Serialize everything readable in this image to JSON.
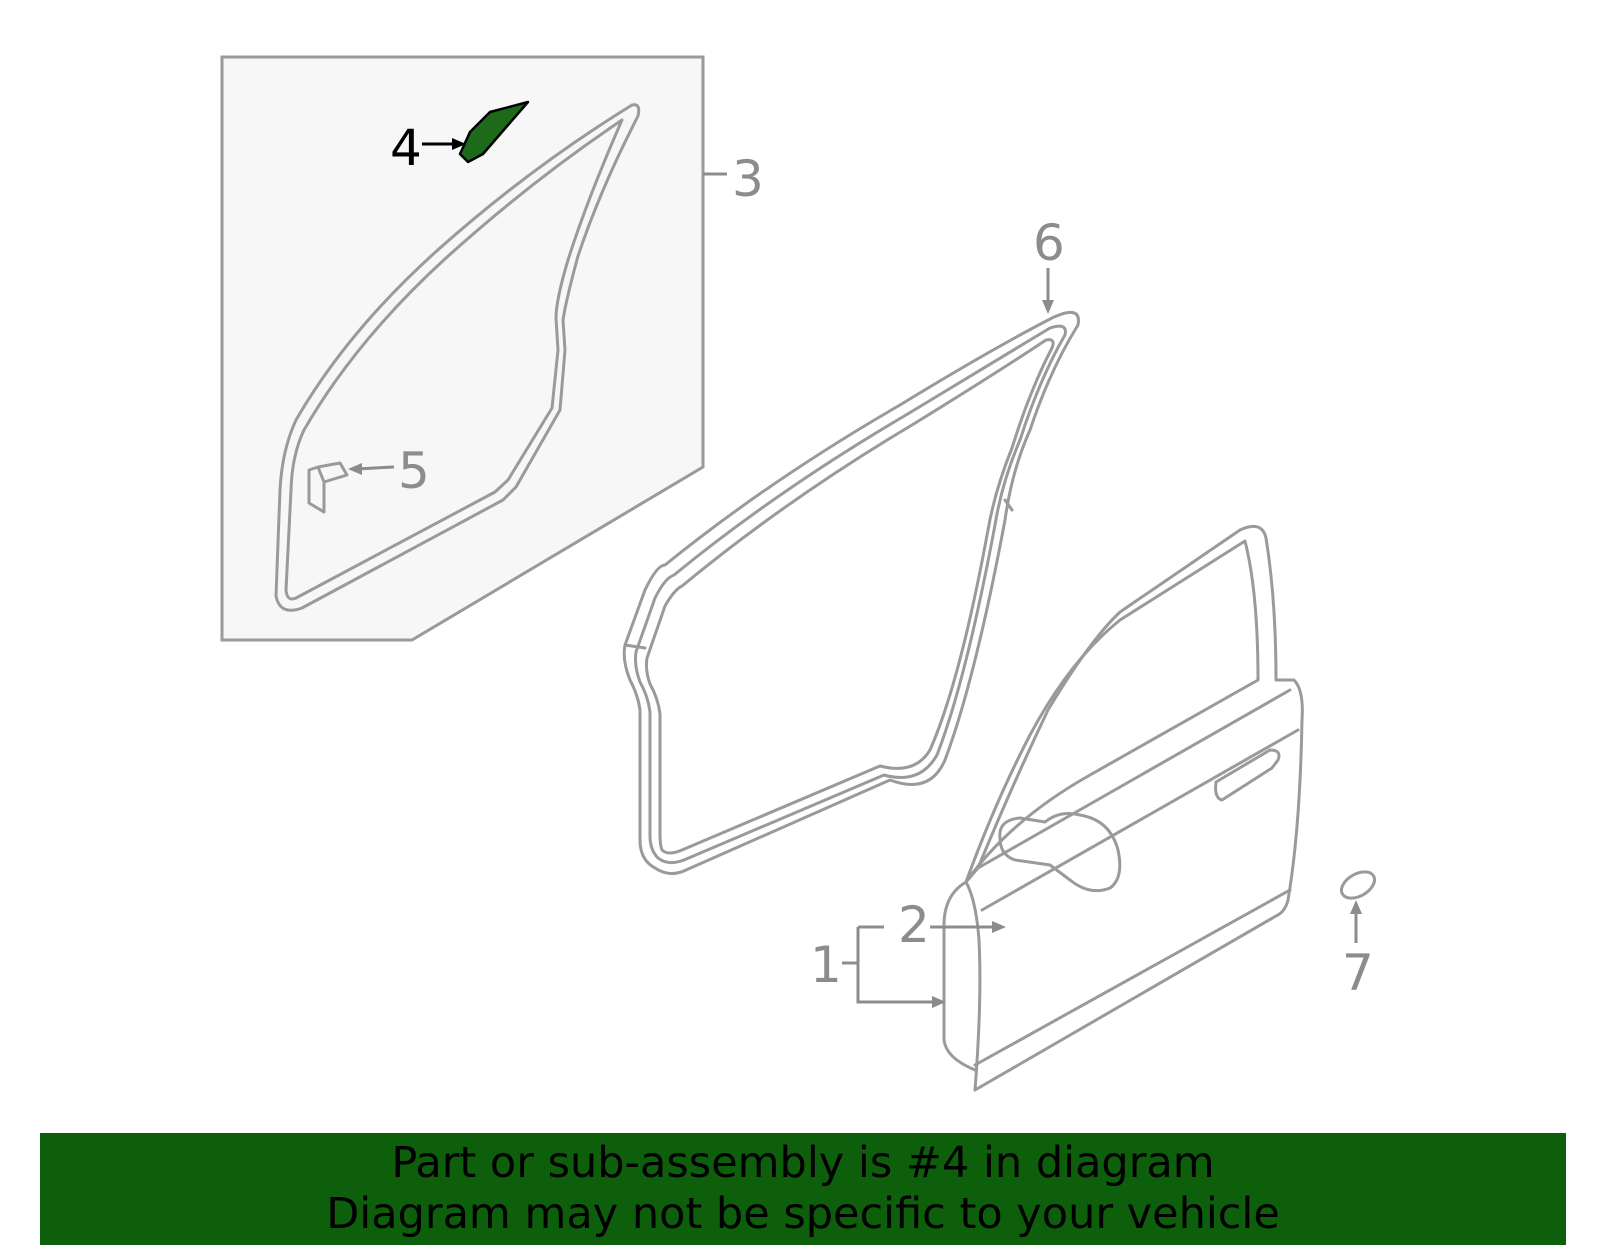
{
  "colors": {
    "highlight_part": "#1d6b1a",
    "banner_background": "#0e5f0b",
    "line_gray": "#9a9a9a",
    "inset_background": "#f7f7f7"
  },
  "callouts": {
    "c1": "1",
    "c2": "2",
    "c3": "3",
    "c4": "4",
    "c5": "5",
    "c6": "6",
    "c7": "7"
  },
  "highlighted_callout": "4",
  "banner": {
    "line1": "Part or sub-assembly is #4 in diagram",
    "line2": "Diagram may not be specific to your vehicle"
  }
}
